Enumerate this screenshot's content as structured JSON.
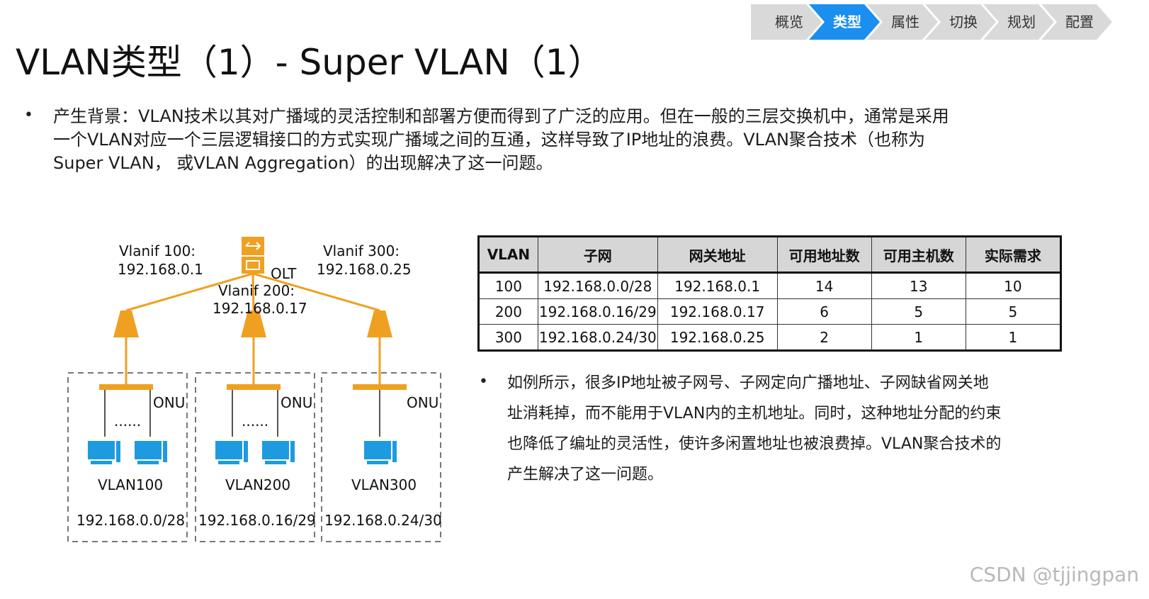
{
  "nav": {
    "steps": [
      {
        "label": "概览",
        "active": false
      },
      {
        "label": "类型",
        "active": true
      },
      {
        "label": "属性",
        "active": false
      },
      {
        "label": "切换",
        "active": false
      },
      {
        "label": "规划",
        "active": false
      },
      {
        "label": "配置",
        "active": false
      }
    ]
  },
  "title": "VLAN类型（1）- Super VLAN（1）",
  "intro": {
    "bullet": "•",
    "lines": [
      "产生背景：VLAN技术以其对广播域的灵活控制和部署方便而得到了广泛的应用。但在一般的三层交换机中，通常是采用",
      "一个VLAN对应一个三层逻辑接口的方式实现广播域之间的互通，这样导致了IP地址的浪费。VLAN聚合技术（也称为",
      "Super VLAN， 或VLAN Aggregation）的出现解决了这一问题。"
    ]
  },
  "diagram": {
    "olt_label": "OLT",
    "onu_label": "ONU",
    "dots": "......",
    "vlanif": [
      {
        "name": "Vlanif 100:",
        "ip": "192.168.0.1"
      },
      {
        "name": "Vlanif 200:",
        "ip": "192.168.0.17"
      },
      {
        "name": "Vlanif 300:",
        "ip": "192.168.0.25"
      }
    ],
    "groups": [
      {
        "vlan": "VLAN100",
        "subnet": "192.168.0.0/28"
      },
      {
        "vlan": "VLAN200",
        "subnet": "192.168.0.16/29"
      },
      {
        "vlan": "VLAN300",
        "subnet": "192.168.0.24/30"
      }
    ],
    "line_color": "#f0a020",
    "pc_color": "#1e9be0"
  },
  "table": {
    "headers": [
      "VLAN",
      "子网",
      "网关地址",
      "可用地址数",
      "可用主机数",
      "实际需求"
    ],
    "rows": [
      [
        "100",
        "192.168.0.0/28",
        "192.168.0.1",
        "14",
        "13",
        "10"
      ],
      [
        "200",
        "192.168.0.16/29",
        "192.168.0.17",
        "6",
        "5",
        "5"
      ],
      [
        "300",
        "192.168.0.24/30",
        "192.168.0.25",
        "2",
        "1",
        "1"
      ]
    ]
  },
  "example": {
    "bullet": "•",
    "lines": [
      "如例所示，很多IP地址被子网号、子网定向广播地址、子网缺省网关地",
      "址消耗掉，而不能用于VLAN内的主机地址。同时，这种地址分配的约束",
      "也降低了编址的灵活性，使许多闲置地址也被浪费掉。VLAN聚合技术的",
      "产生解决了这一问题。"
    ]
  },
  "watermark": "CSDN @tjjingpan"
}
